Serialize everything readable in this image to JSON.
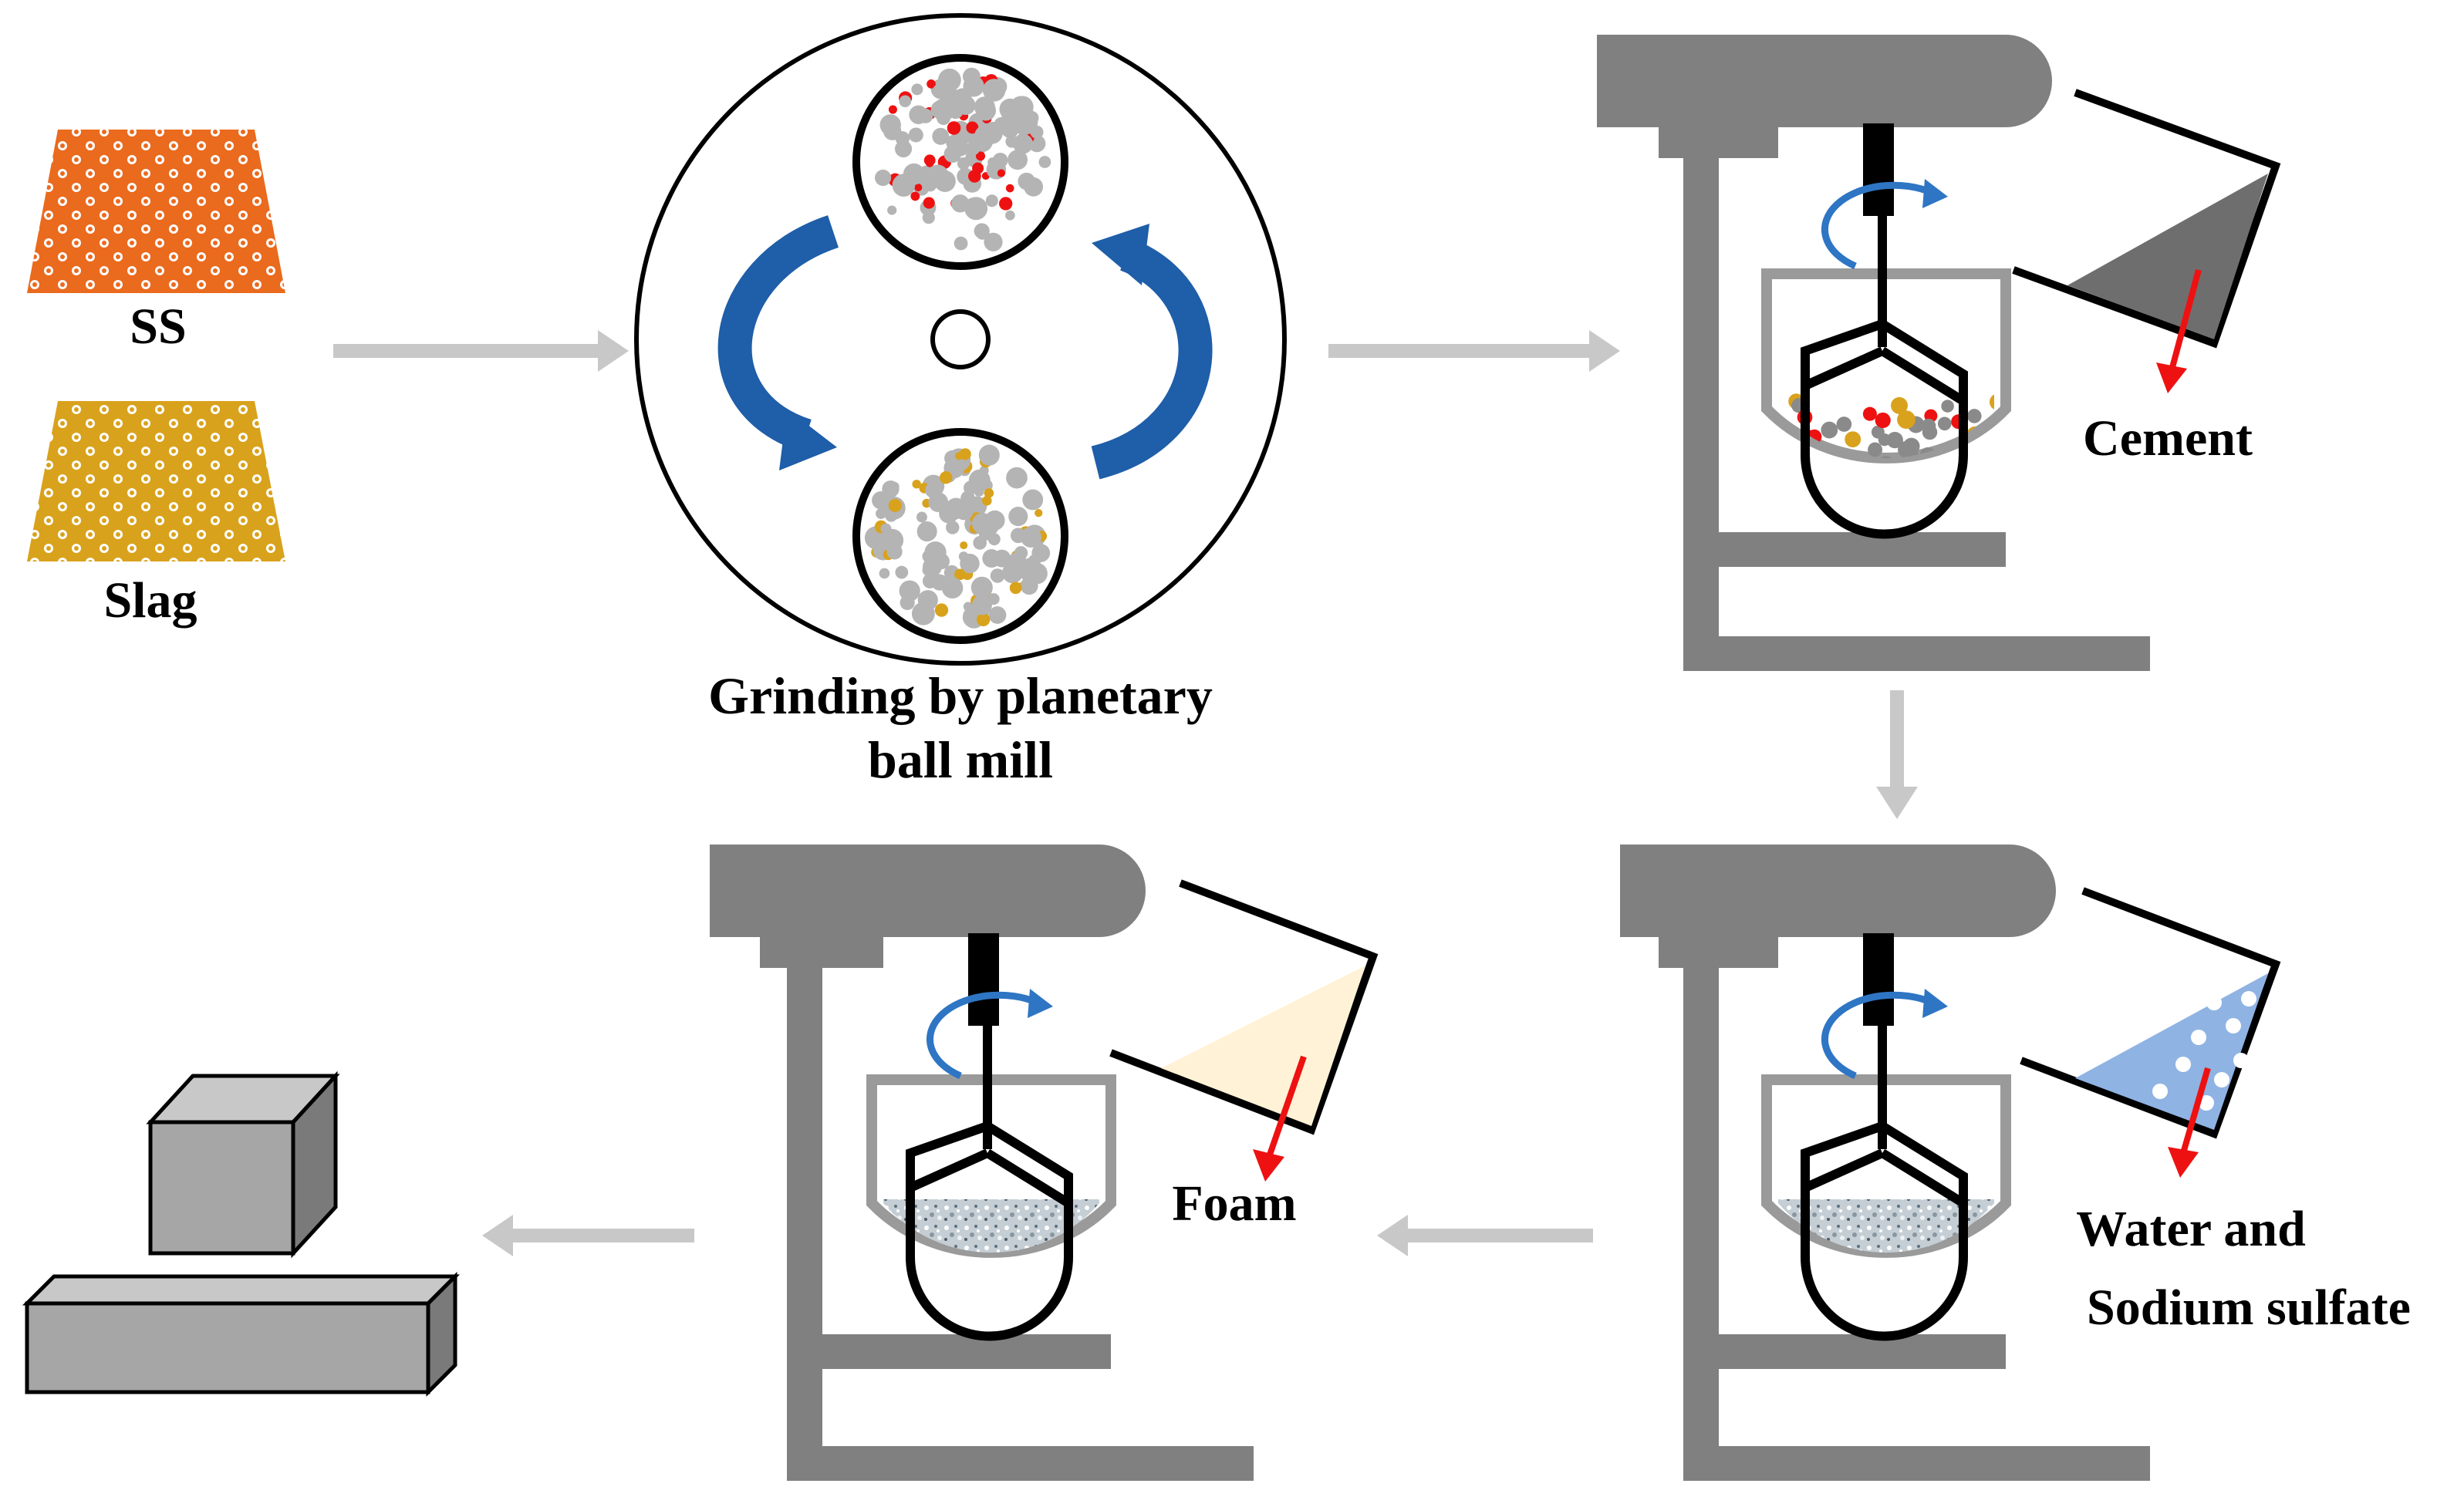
{
  "labels": {
    "ss": "SS",
    "slag": "Slag",
    "grinding_line1": "Grinding by planetary",
    "grinding_line2": "ball mill",
    "cement": "Cement",
    "foam": "Foam",
    "water_line1": "Water and",
    "water_line2": "Sodium sulfate"
  },
  "colors": {
    "ss": "#ea6a1e",
    "slag": "#d9a21c",
    "mixer": "#808080",
    "rotation_arrow": "#2e75c4",
    "process_arrow": "#c8c8c8",
    "pour_arrow": "#ee1111",
    "cement_powder": "#6e6e6e",
    "foam_liquid": "#fff2d6",
    "water_liquid": "#8fb3e3",
    "specimen": "#a6a6a6"
  },
  "icons": [
    "rotation-arrow-icon",
    "process-arrow-icon",
    "pour-arrow-icon"
  ]
}
